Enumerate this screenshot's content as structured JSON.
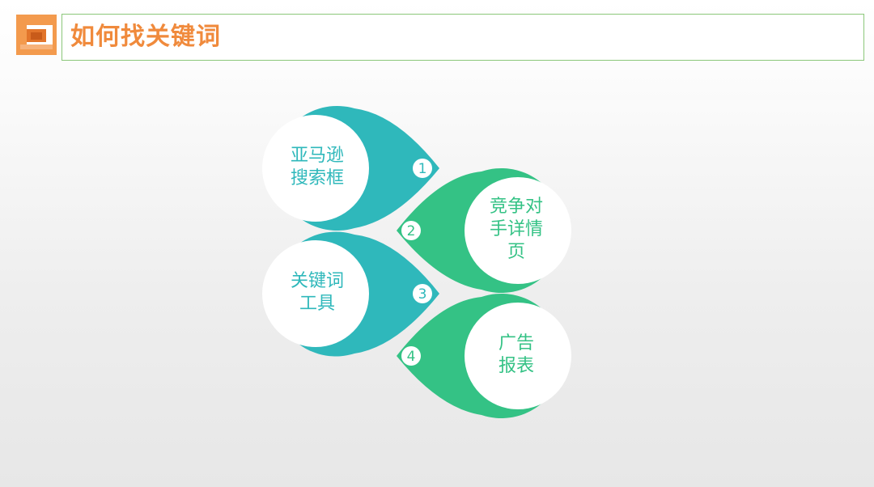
{
  "header": {
    "title": "如何找关键词",
    "logo_icon": "stacked-squares-logo-icon"
  },
  "colors": {
    "accent_orange": "#f08a3c",
    "teal": "#2fb8bb",
    "green": "#34c285",
    "title_border": "#8bc77a"
  },
  "steps": [
    {
      "number": "1",
      "lines": [
        "亚马逊",
        "搜索框"
      ],
      "color": "teal"
    },
    {
      "number": "2",
      "lines": [
        "竞争对",
        "手详情",
        "页"
      ],
      "color": "green"
    },
    {
      "number": "3",
      "lines": [
        "关键词",
        "工具"
      ],
      "color": "teal"
    },
    {
      "number": "4",
      "lines": [
        "广告",
        "报表"
      ],
      "color": "green"
    }
  ]
}
